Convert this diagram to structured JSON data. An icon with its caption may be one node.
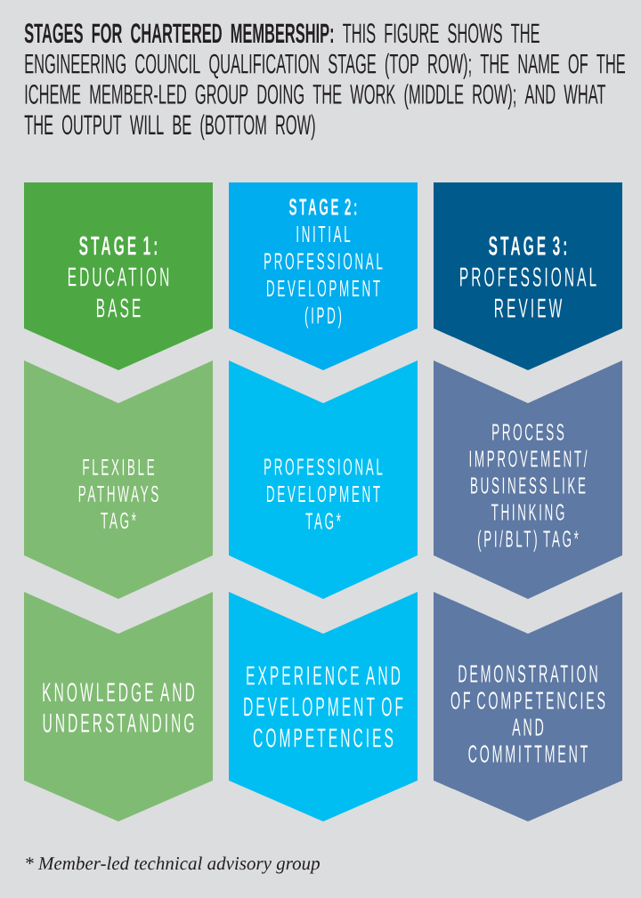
{
  "diagram": {
    "title": "**STAGES FOR CHARTERED MEMBERSHIP:** THIS FIGURE SHOWS THE ENGINEERING COUNCIL QUALIFICATION STAGE (TOP ROW); THE NAME OF THE ICHEME MEMBER-LED GROUP DOING THE WORK (MIDDLE ROW); AND WHAT THE OUTPUT WILL BE (BOTTOM ROW)",
    "nodes": [
      {
        "text": [
          "STAGE 1:",
          "EDUCATION BASE"
        ]
      },
      {
        "text": [
          "STAGE 2:",
          "INITIAL PROFESSIONAL DEVELOPMENT (IPD)"
        ]
      },
      {
        "text": [
          "STAGE 3:",
          "PROFESSIONAL REVIEW"
        ]
      },
      {
        "text": [
          "FLEXIBLE PATHWAYS TAG*"
        ]
      },
      {
        "text": [
          "PROFESSIONAL DEVELOPMENT TAG*"
        ]
      },
      {
        "text": [
          "PROCESS IMPROVEMENT/ BUSINESS LIKE THINKING (PI/BLT) TAG*"
        ]
      },
      {
        "text": [
          "KNOWLEDGE AND UNDERSTANDING"
        ]
      },
      {
        "text": [
          "EXPERIENCE AND DEVELOPMENT OF COMPETENCIES"
        ]
      },
      {
        "text": [
          "DEMONSTRATION OF COMPETENCIES AND COMMITTMENT"
        ]
      }
    ],
    "labels": [
      "* Member-led technical advisory group"
    ]
  }
}
